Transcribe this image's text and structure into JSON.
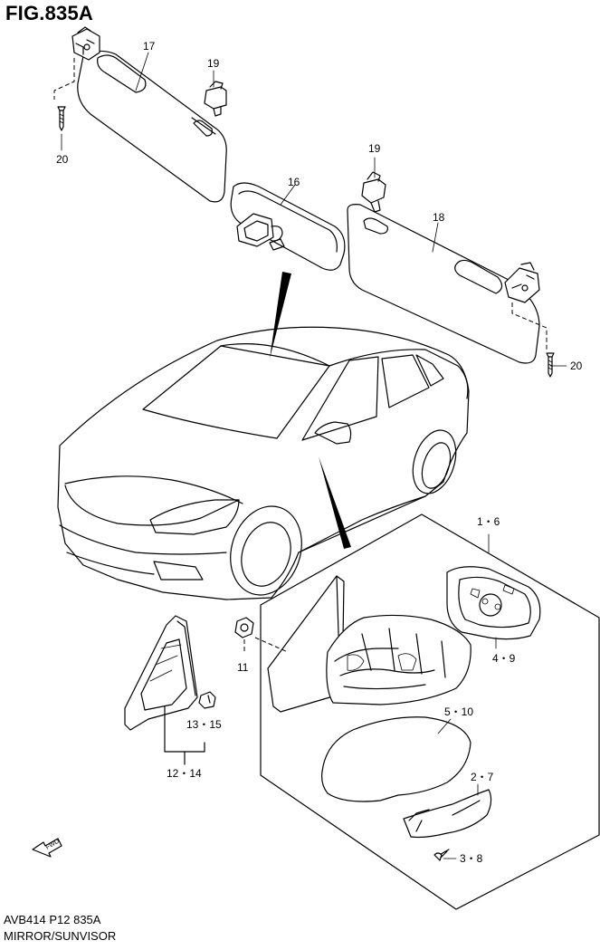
{
  "figure": {
    "title": "FIG.835A",
    "code_line": "AVB414 P12 835A",
    "name_line": "MIRROR/SUNVISOR"
  },
  "callouts": {
    "c17": "17",
    "c19a": "19",
    "c20a": "20",
    "c16": "16",
    "c19b": "19",
    "c18": "18",
    "c20b": "20",
    "c1_6": "1・6",
    "c4_9": "4・9",
    "c11": "11",
    "c5_10": "5・10",
    "c2_7": "2・7",
    "c3_8": "3・8",
    "c13_15": "13・15",
    "c12_14": "12・14"
  },
  "fwd_label": "FWD"
}
